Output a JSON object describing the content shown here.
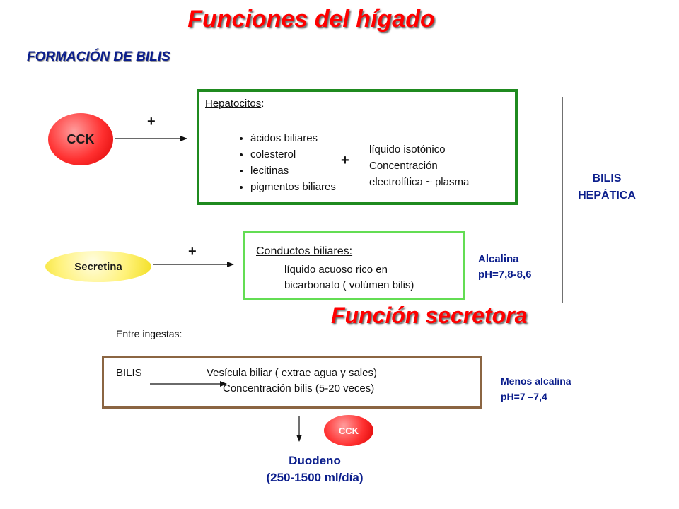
{
  "title": "Funciones del hígado",
  "section": "FORMACIÓN DE BILIS",
  "function_title": "Función secretora",
  "cck_main": "CCK",
  "secretina": "Secretina",
  "plus": "+",
  "hepatocytes": {
    "heading": "Hepatocitos",
    "items": [
      "ácidos biliares",
      "colesterol",
      "lecitinas",
      "pigmentos biliares"
    ],
    "fluid_lines": [
      "líquido isotónico",
      "Concentración",
      "electrolítica ~ plasma"
    ]
  },
  "bilis_hepatica": [
    "BILIS",
    "HEPÁTICA"
  ],
  "ducts": {
    "heading": "Conductos biliares:",
    "lines": [
      "líquido acuoso rico en",
      "bicarbonato ( volúmen bilis)"
    ]
  },
  "alkaline": [
    "Alcalina",
    "pH=7,8-8,6"
  ],
  "between_meals": "Entre ingestas:",
  "vesicle": {
    "bilis": "BILIS",
    "line1": "Vesícula biliar ( extrae agua y sales)",
    "line2": "Concentración bilis (5-20 veces)"
  },
  "less_alkaline": [
    "Menos alcalina",
    "pH=7 –7,4"
  ],
  "cck_small": "CCK",
  "duodenum": [
    "Duodeno",
    "(250-1500 ml/día)"
  ],
  "colors": {
    "title_red": "#ff0000",
    "section_blue": "#0b1e8c",
    "hepatocyte_box": "#1f8a1f",
    "duct_box": "#63dd53",
    "vesicle_box": "#8b6542",
    "cck_fill": "#ff3030",
    "secretina_fill": "#fff27a"
  }
}
